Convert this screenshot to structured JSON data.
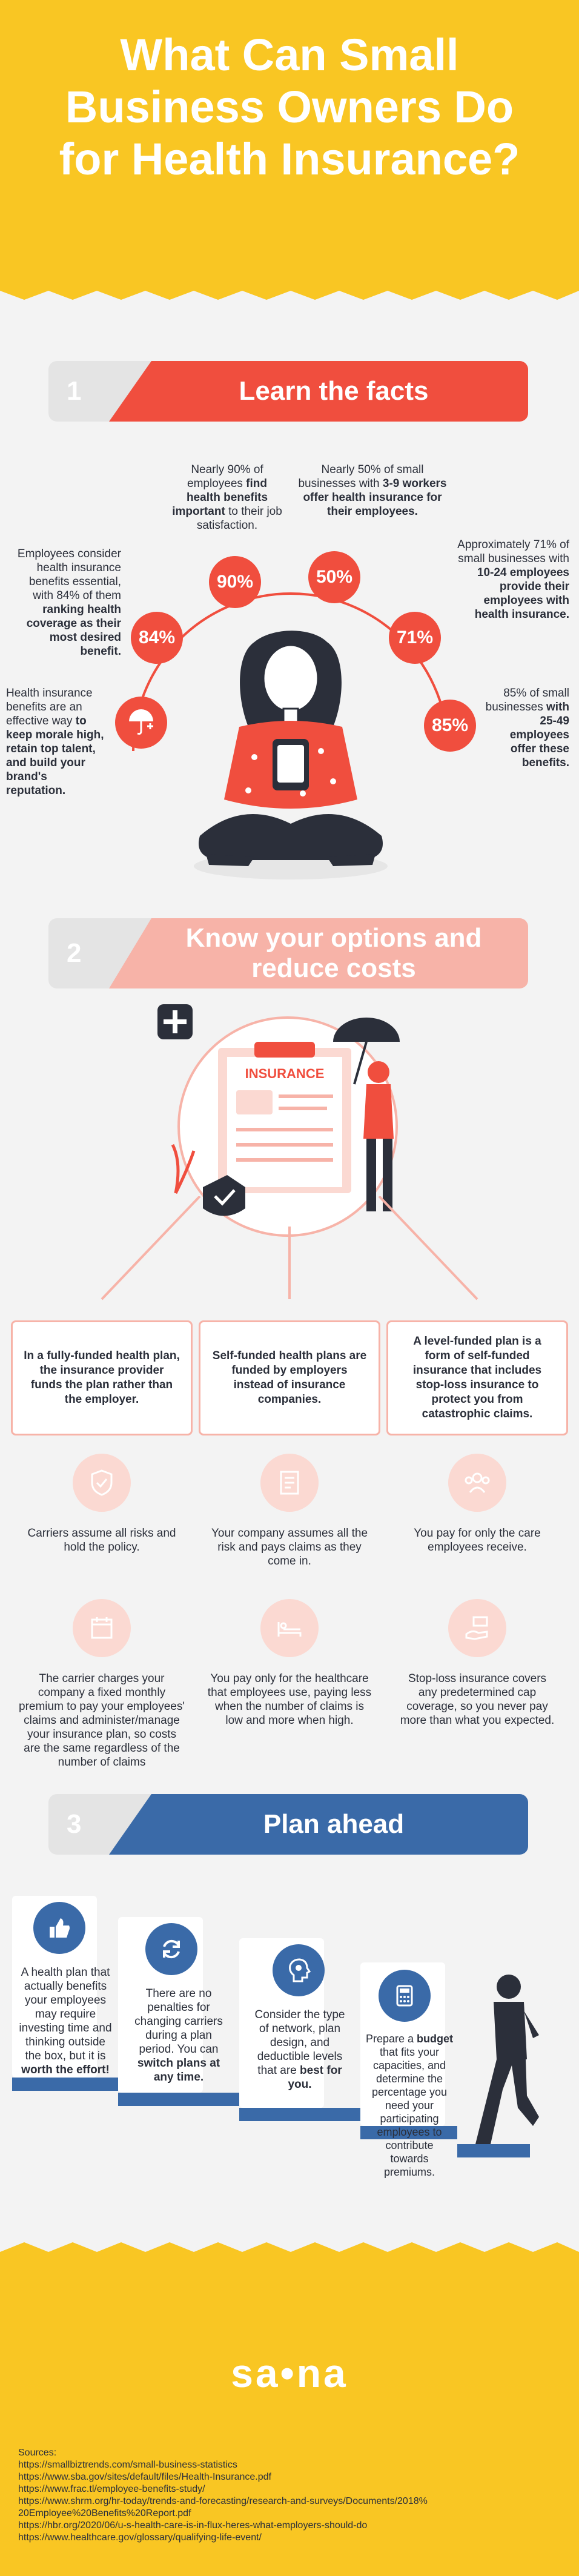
{
  "title": "What Can Small Business Owners Do for Health Insurance?",
  "colors": {
    "yellow": "#f9c623",
    "red": "#f04e3e",
    "pink": "#f7b3a8",
    "blue": "#3a6aa8",
    "dark": "#2b2f3a"
  },
  "section1": {
    "number": "1",
    "title": "Learn the facts",
    "stats": [
      {
        "value": "90%",
        "text_pre": "Nearly 90% of employees ",
        "text_bold": "find health benefits important",
        "text_post": " to their job satisfaction."
      },
      {
        "value": "50%",
        "text_pre": "Nearly 50% of small businesses with ",
        "text_bold": "3-9 workers offer health insurance for their employees.",
        "text_post": ""
      },
      {
        "value": "84%",
        "text_pre": "Employees consider health insurance benefits essential, with 84% of them ",
        "text_bold": "ranking health coverage as their most desired benefit.",
        "text_post": ""
      },
      {
        "value": "71%",
        "text_pre": "Approximately 71% of small businesses with ",
        "text_bold": "10-24 employees provide their employees with health insurance.",
        "text_post": ""
      },
      {
        "value": "85%",
        "text_pre": "85% of small businesses ",
        "text_bold": "with 25-49 employees offer these benefits.",
        "text_post": ""
      }
    ],
    "benefit_pre": "Health insurance benefits are an effective way ",
    "benefit_bold": "to keep morale high, retain top talent, and build your brand's reputation.",
    "umbrella_icon": "umbrella-plus-icon"
  },
  "section2": {
    "number": "2",
    "title": "Know your options and reduce costs",
    "clipboard_label": "INSURANCE",
    "options": [
      {
        "heading": "In a fully-funded health plan, the insurance provider funds the plan rather than the employer.",
        "point1": "Carriers assume all risks and hold the policy.",
        "point2": "The carrier charges your company a  fixed monthly premium to pay your employees' claims and administer/manage your insurance plan, so costs are the same regardless of the number of claims",
        "icon1": "shield-check-icon",
        "icon2": "calendar-icon"
      },
      {
        "heading": "Self-funded health plans are funded by employers instead of insurance companies.",
        "point1": "Your company assumes all the risk and pays claims as they come in.",
        "point2": "You pay only for the healthcare that employees use, paying less when the number of claims is low and more when high.",
        "icon1": "claim-form-icon",
        "icon2": "hospital-bed-icon"
      },
      {
        "heading": "A level-funded plan is a form of self-funded insurance that includes stop-loss insurance to protect you from catastrophic claims.",
        "point1": "You pay for only the care employees receive.",
        "point2": "Stop-loss insurance covers any predetermined cap coverage, so you never pay more than what you expected.",
        "icon1": "people-group-icon",
        "icon2": "money-hand-icon"
      }
    ]
  },
  "section3": {
    "number": "3",
    "title": "Plan ahead",
    "cards": [
      {
        "pre": "A health plan that actually benefits your employees may require investing time and thinking outside the box, but it is ",
        "bold": "worth the effort!",
        "post": "",
        "icon": "thumbs-up-icon"
      },
      {
        "pre": "There are no penalties for changing carriers during a plan period. You can ",
        "bold": "switch plans at any time.",
        "post": "",
        "icon": "refresh-icon"
      },
      {
        "pre": "Consider the type of network, plan design, and deductible levels that are ",
        "bold": "best for you.",
        "post": "",
        "icon": "gear-head-icon"
      },
      {
        "pre": "Prepare a ",
        "bold": "budget",
        "post": " that fits your capacities, and determine the percentage you need your participating employees to contribute towards premiums.",
        "icon": "calculator-icon"
      }
    ]
  },
  "footer": {
    "logo": "sa•na",
    "sources_label": "Sources:",
    "sources": [
      "https://smallbiztrends.com/small-business-statistics",
      "https://www.sba.gov/sites/default/files/Health-Insurance.pdf",
      "https://www.frac.tl/employee-benefits-study/",
      "https://www.shrm.org/hr-today/trends-and-forecasting/research-and-surveys/Documents/2018%",
      "20Employee%20Benefits%20Report.pdf",
      "https://hbr.org/2020/06/u-s-health-care-is-in-flux-heres-what-employers-should-do",
      "https://www.healthcare.gov/glossary/qualifying-life-event/"
    ]
  }
}
